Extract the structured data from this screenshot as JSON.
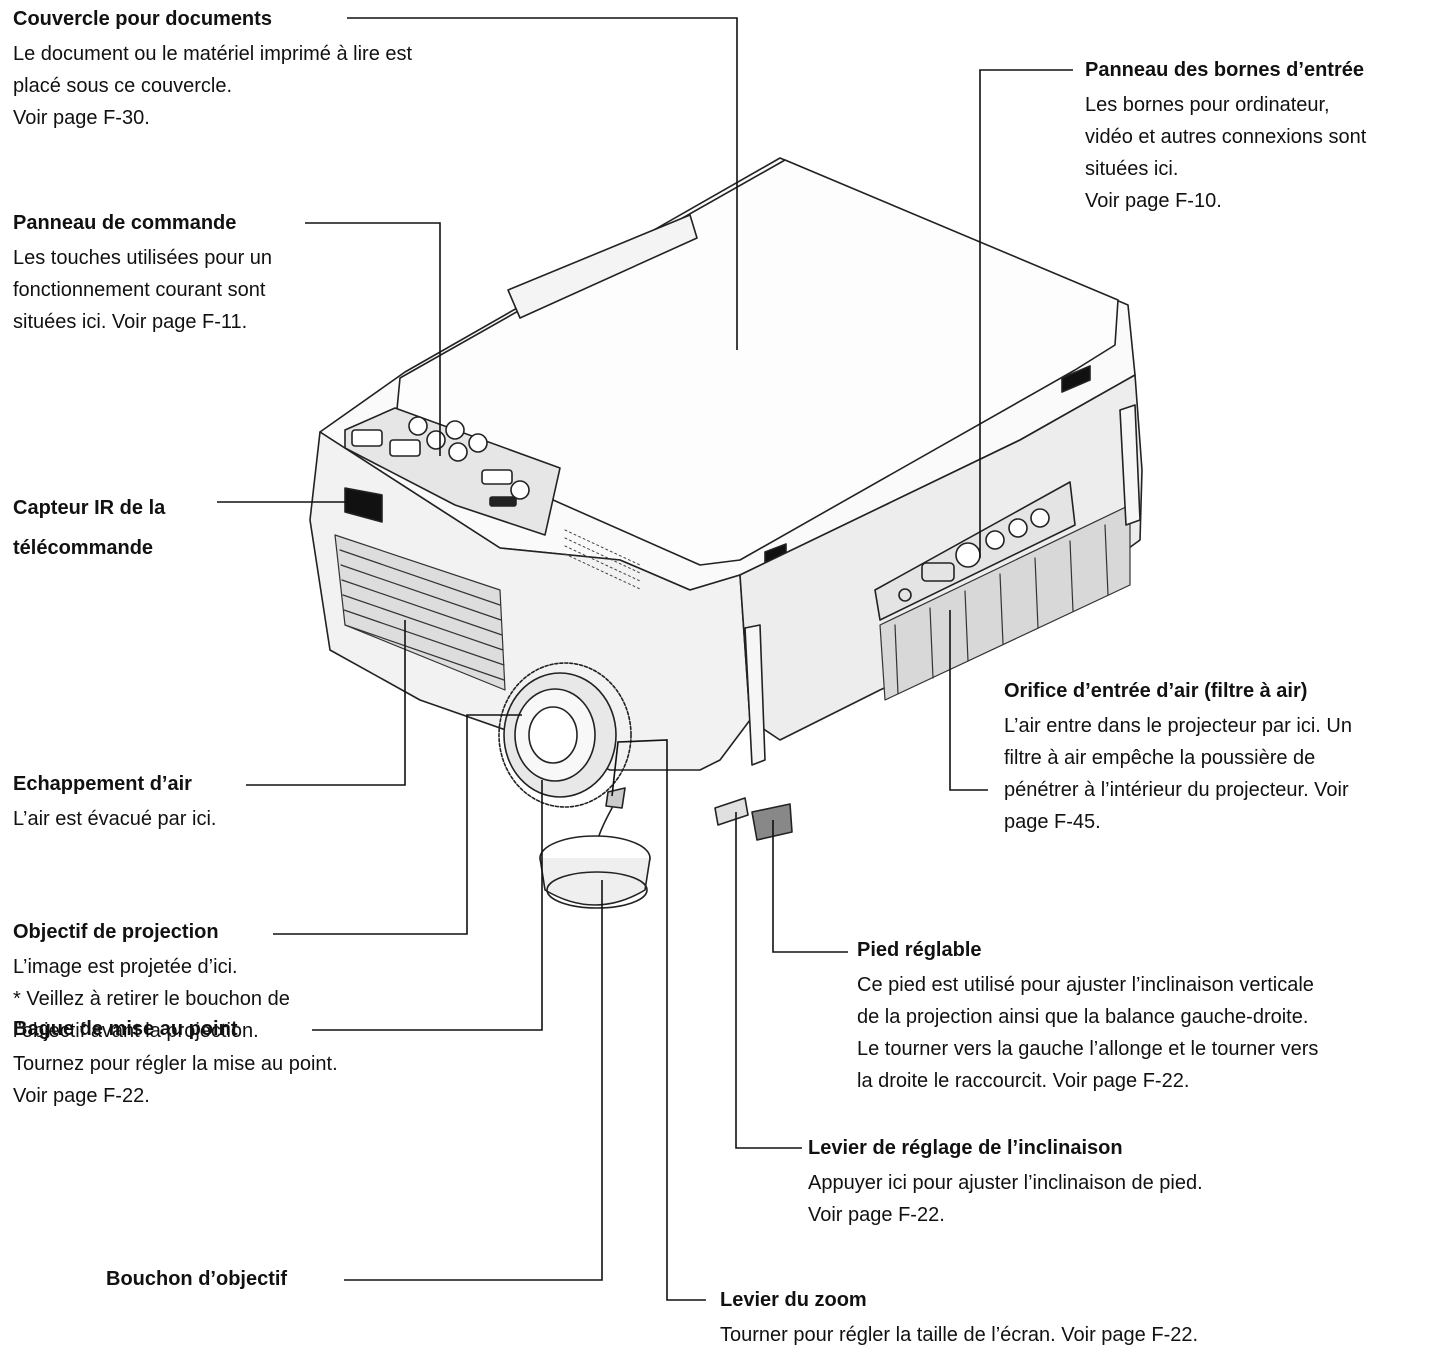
{
  "callouts": {
    "cover": {
      "title": "Couvercle pour documents",
      "desc": "Le document ou le matériel imprimé à lire est\nplacé sous ce couvercle.\nVoir page F-30."
    },
    "control_panel": {
      "title": "Panneau de commande",
      "desc": "Les touches utilisées pour un\nfonctionnement courant sont\nsituées ici. Voir page F-11."
    },
    "ir_sensor": {
      "title": "Capteur IR de la\ntélécommande"
    },
    "exhaust": {
      "title": "Echappement d’air",
      "desc": "L’air est évacué par ici."
    },
    "lens": {
      "title": "Objectif de projection",
      "desc": "L’image est projetée d’ici.\n* Veillez à retirer le bouchon de\nl’objectif avant la projection."
    },
    "focus_ring": {
      "title": "Bague de mise au point",
      "desc": "Tournez pour régler la mise au point.\nVoir page F-22."
    },
    "lens_cap": {
      "title": "Bouchon d’objectif"
    },
    "input_panel": {
      "title": "Panneau des bornes d’entrée",
      "desc": "Les bornes pour ordinateur,\nvidéo et autres connexions sont\nsituées ici.\nVoir page F-10."
    },
    "air_intake": {
      "title": "Orifice d’entrée d’air (filtre à air)",
      "desc": "L’air entre dans le projecteur par ici. Un\nfiltre à air empêche la poussière de\npénétrer à l’intérieur du projecteur. Voir\npage F-45."
    },
    "foot": {
      "title": "Pied réglable",
      "desc": "Ce pied est utilisé pour ajuster l’inclinaison verticale\nde la projection ainsi que la balance gauche-droite.\nLe tourner vers la gauche l’allonge et le tourner vers\nla droite le raccourcit. Voir page F-22."
    },
    "tilt_lever": {
      "title": "Levier de réglage de l’inclinaison",
      "desc": "Appuyer ici pour ajuster l’inclinaison de pied.\nVoir page F-22."
    },
    "zoom_lever": {
      "title": "Levier du zoom",
      "desc": "Tourner pour régler la taille de l’écran. Voir page F-22."
    }
  }
}
